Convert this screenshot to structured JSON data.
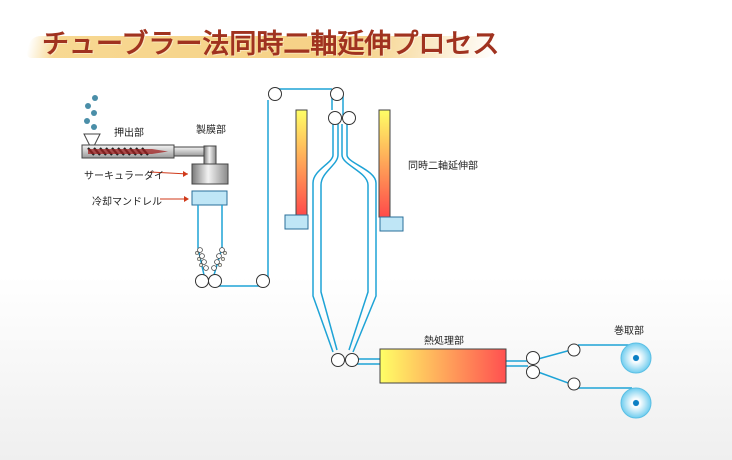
{
  "title": "チューブラー法同時二軸延伸プロセス",
  "labels": {
    "extruder": "押出部",
    "film_forming": "製膜部",
    "circular_die": "サーキュラーダイ",
    "cooling_mandrel": "冷却マンドレル",
    "biaxial_stretching": "同時二軸延伸部",
    "heat_treatment": "熱処理部",
    "winding": "巻取部"
  },
  "colors": {
    "film_line": "#1ea3d6",
    "title": "#a0321f",
    "heater_hot": "#ff5050",
    "heater_warm": "#ffff66",
    "arrow": "#d03a1a"
  }
}
